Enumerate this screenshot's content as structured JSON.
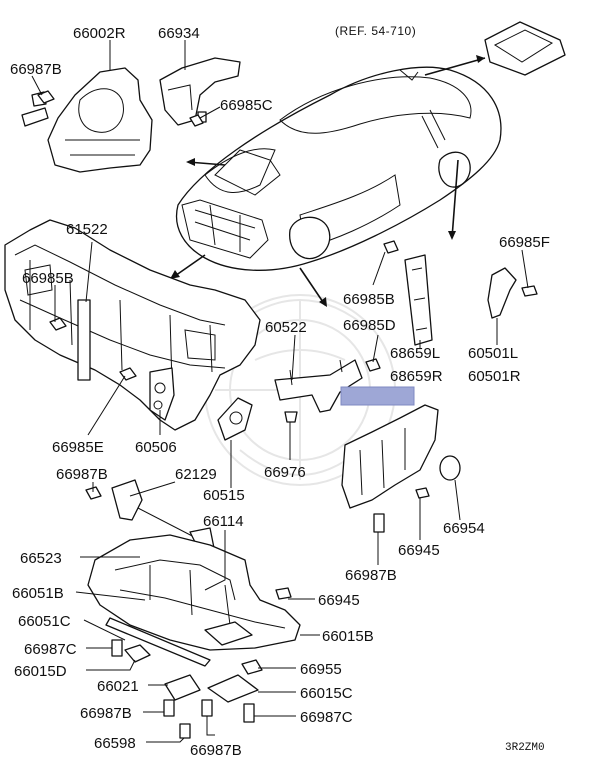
{
  "reference_note": "(REF. 54-710)",
  "diagram_code": "3R2ZM0",
  "highlight_color": "#9ea7d6",
  "parts": {
    "p66002R": "66002R",
    "p66934": "66934",
    "p66987B_top": "66987B",
    "p66985C": "66985C",
    "p61522": "61522",
    "p66985B_left": "66985B",
    "p66985E": "66985E",
    "p60506": "60506",
    "p66985F": "66985F",
    "p66985B_right": "66985B",
    "p60522": "60522",
    "p66985D": "66985D",
    "p68659L": "68659L",
    "p68659R": "68659R",
    "p60501L": "60501L",
    "p60501R": "60501R",
    "p66987B_mid": "66987B",
    "p62129": "62129",
    "p60515": "60515",
    "p66976": "66976",
    "p66114": "66114",
    "p66954": "66954",
    "p66945_right": "66945",
    "p66987B_right": "66987B",
    "p66523": "66523",
    "p66051B": "66051B",
    "p66945_low": "66945",
    "p66051C": "66051C",
    "p66015B": "66015B",
    "p66987C_left": "66987C",
    "p66015D": "66015D",
    "p66955": "66955",
    "p66021": "66021",
    "p66015C": "66015C",
    "p66987B_bl": "66987B",
    "p66987C_right": "66987C",
    "p66598": "66598",
    "p66987B_bottom": "66987B"
  }
}
